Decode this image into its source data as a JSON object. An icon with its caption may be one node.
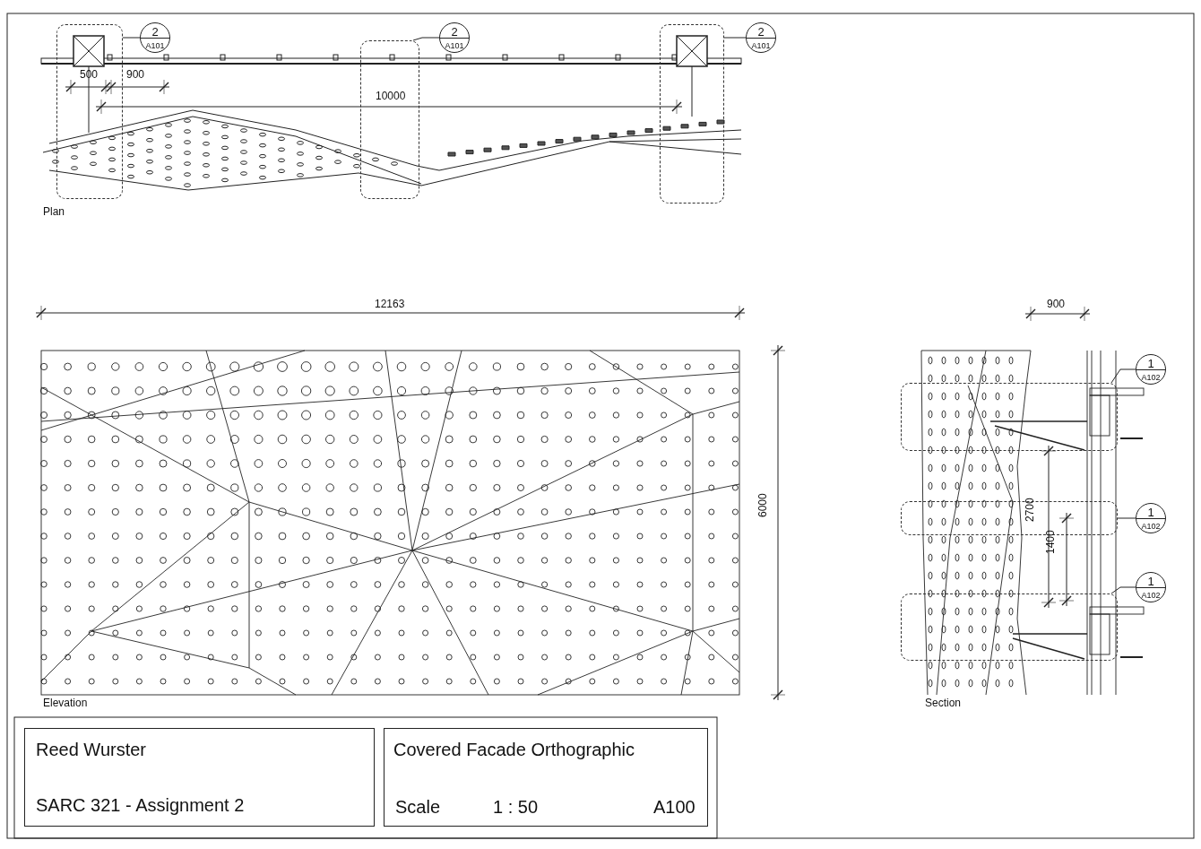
{
  "diagram": {
    "nodes": [
      {
        "text": [
          "2",
          "A101"
        ]
      },
      {
        "text": [],
        "shape": "box"
      },
      {
        "text": [
          "2",
          "A101"
        ]
      },
      {
        "text": [],
        "shape": "box"
      },
      {
        "text": [
          "2",
          "A101"
        ]
      },
      {
        "text": [],
        "shape": "box"
      },
      {
        "text": [
          "1",
          "A102"
        ]
      },
      {
        "text": [],
        "shape": "box"
      },
      {
        "text": [
          "1",
          "A102"
        ]
      },
      {
        "text": [],
        "shape": "box"
      },
      {
        "text": [
          "1",
          "A102"
        ]
      },
      {
        "text": [],
        "shape": "box"
      },
      {
        "text": [
          "Reed Wurster",
          "SARC 321 - Assignment 2"
        ]
      },
      {
        "text": [
          "Covered Facade Orthographic",
          "Scale",
          "1 : 50",
          "A100"
        ]
      }
    ],
    "edges": [
      {
        "from": 0,
        "to": 1,
        "arrow": "none"
      },
      {
        "from": 2,
        "to": 3,
        "arrow": "none"
      },
      {
        "from": 4,
        "to": 5,
        "arrow": "none"
      },
      {
        "from": 6,
        "to": 7,
        "arrow": "none"
      },
      {
        "from": 8,
        "to": 9,
        "arrow": "none"
      },
      {
        "from": 10,
        "to": 11,
        "arrow": "none"
      }
    ],
    "labels": [
      "500",
      "900",
      "10000",
      "Plan",
      "12163",
      "6000",
      "Elevation",
      "900",
      "2700",
      "1400",
      "Section"
    ]
  }
}
